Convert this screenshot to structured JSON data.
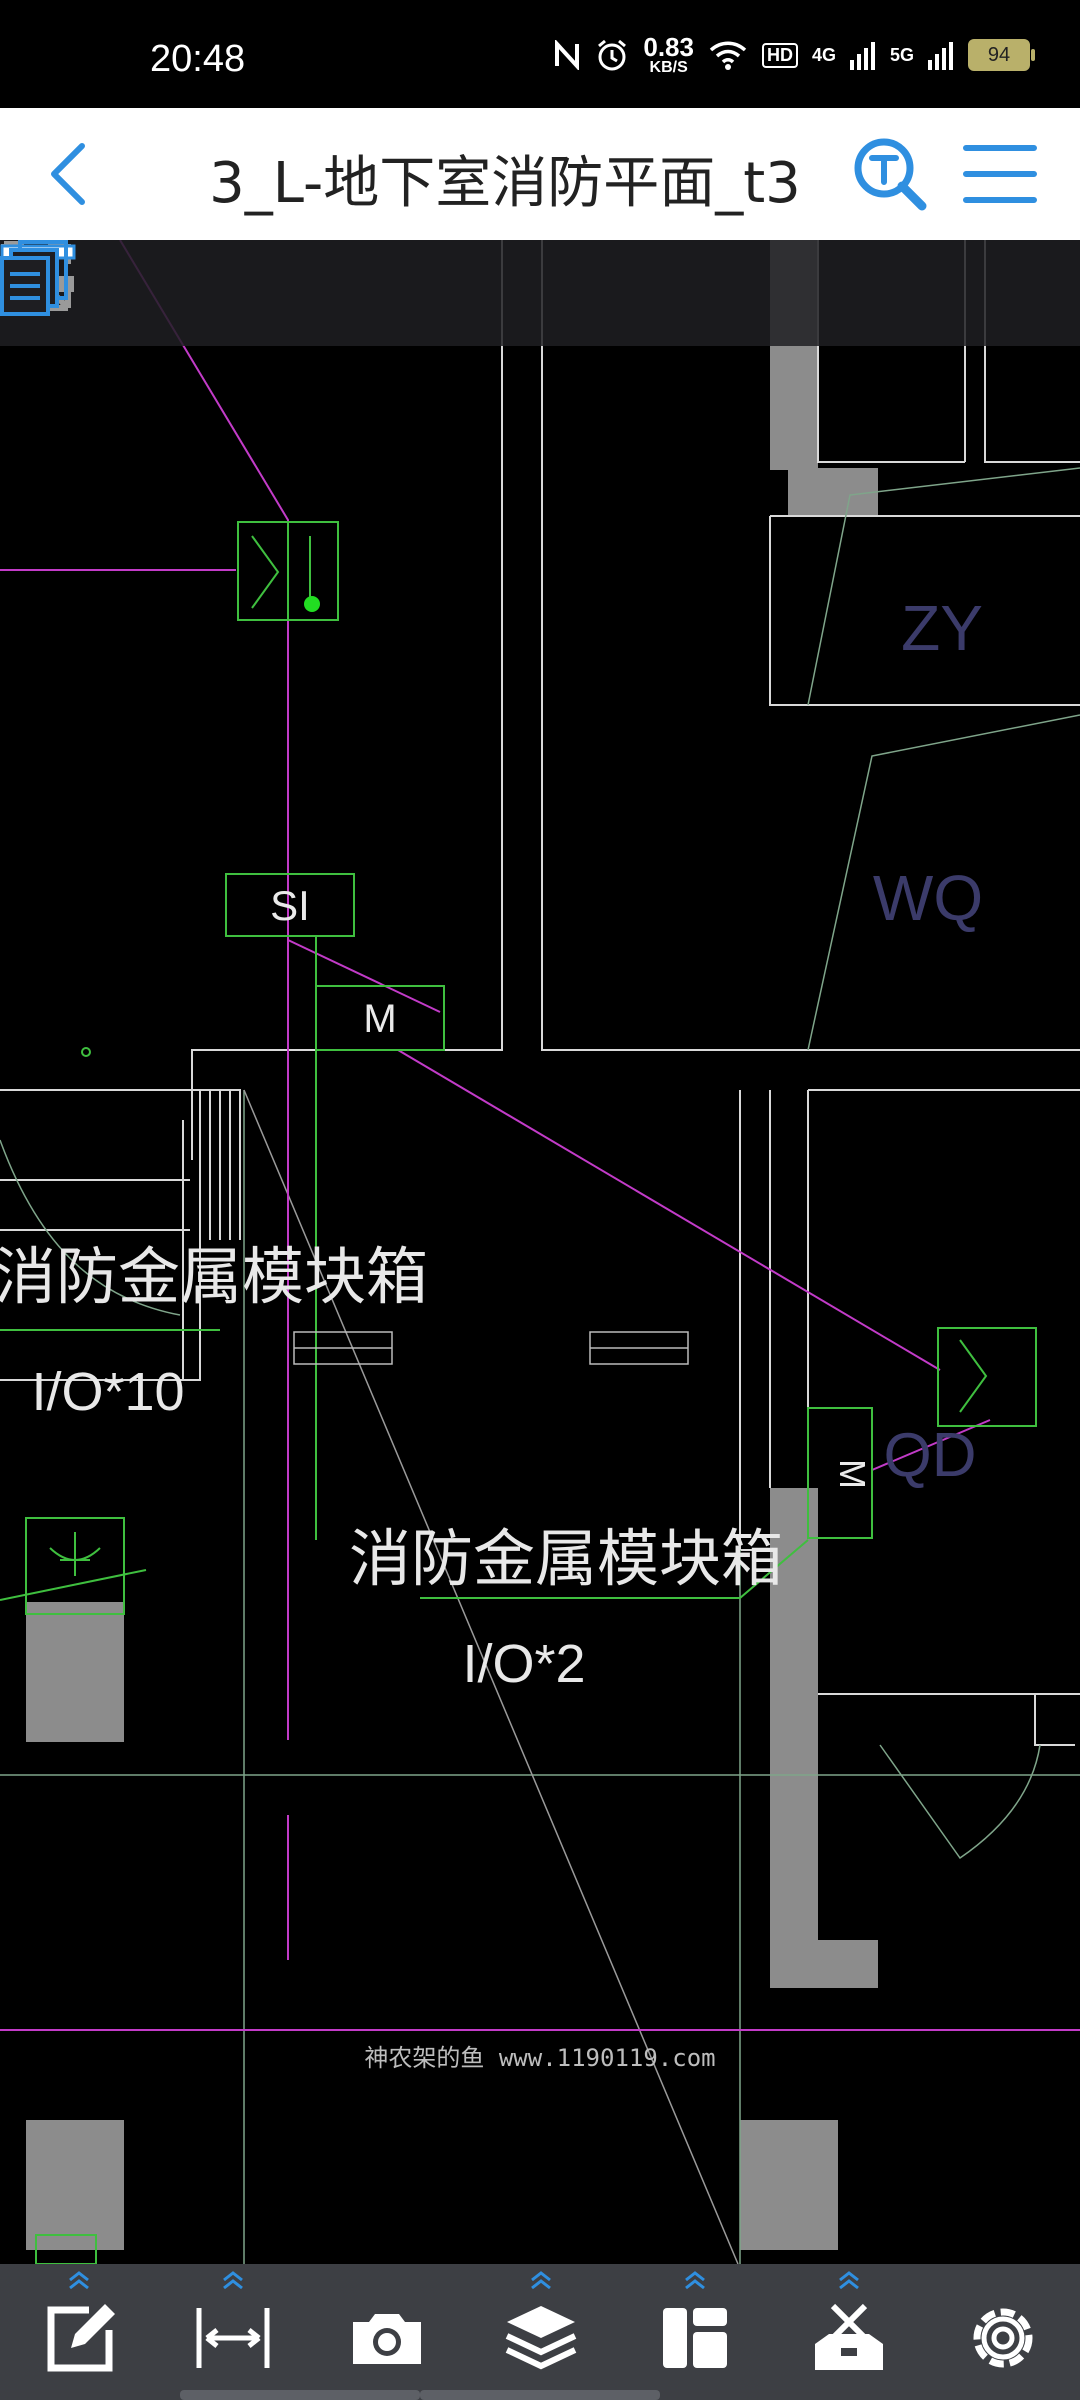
{
  "status": {
    "time": "20:48",
    "speed_value": "0.83",
    "speed_unit": "KB/S",
    "hd": "HD",
    "net1": "4G",
    "net2": "5G",
    "battery": "94"
  },
  "header": {
    "title": "3_L-地下室消防平面_t3"
  },
  "drawing": {
    "labels": {
      "si": "SI",
      "m_top": "M",
      "m_right": "M",
      "zy": "ZY",
      "wq": "WQ",
      "qd": "QD",
      "box_left": "消防金属模块箱",
      "io_left": "I/O*10",
      "box_center": "消防金属模块箱",
      "io_center": "I/O*2"
    }
  },
  "watermark": "神农架的鱼 www.1190119.com",
  "icons": [
    "expand-icon",
    "layers-toggle-icon",
    "sheets-icon",
    "edit-icon",
    "measure-icon",
    "camera-icon",
    "layers-icon",
    "layout-icon",
    "toolbox-icon",
    "settings-icon",
    "search-text-icon",
    "menu-icon",
    "back-icon"
  ],
  "colors": {
    "accent": "#2f8fe0",
    "magenta": "#c23bc8",
    "green": "#3fbf3f",
    "gray": "#8c8c8c"
  }
}
